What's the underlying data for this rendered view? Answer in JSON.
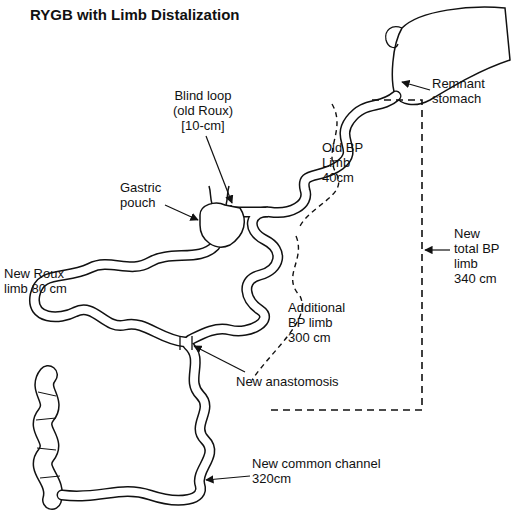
{
  "diagram": {
    "title": "RYGB with Limb Distalization",
    "labels": [
      "Remnant stomach",
      "Blind loop (old Roux) [10-cm]",
      "Old BP Limb 40cm",
      "Gastric pouch",
      "New Roux limb 80 cm",
      "Additional BP limb 300 cm",
      "New total BP limb 340 cm",
      "New anastomosis",
      "New common channel 320cm"
    ]
  }
}
